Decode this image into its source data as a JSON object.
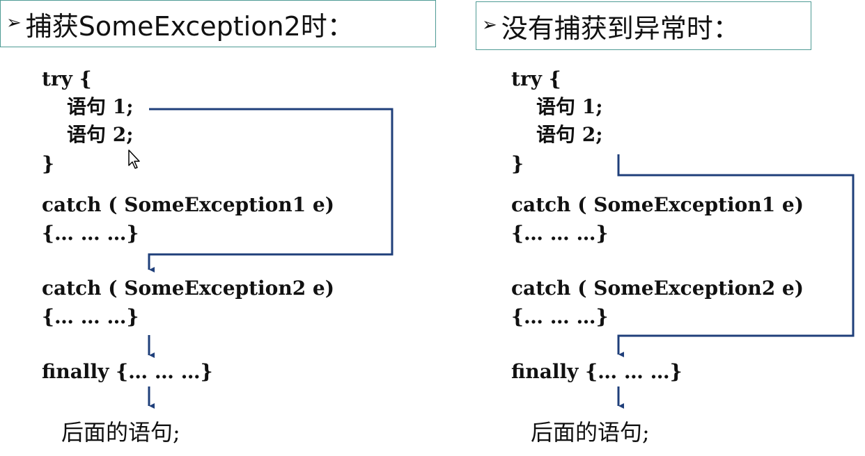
{
  "left_panel": {
    "title": "捕获SomeException2时：",
    "try_open": "try {",
    "stmt1": "语句 1;",
    "stmt2": "语句 2;",
    "try_close": "}",
    "catch1": "catch ( SomeException1 e)",
    "catch1_body": "{… … …}",
    "catch2": "catch ( SomeException2 e)",
    "catch2_body": "{… … …}",
    "finally": "finally {… … …}",
    "after": "后面的语句;"
  },
  "right_panel": {
    "title": "没有捕获到异常时：",
    "try_open": "try {",
    "stmt1": "语句 1;",
    "stmt2": "语句 2;",
    "try_close": "}",
    "catch1": "catch ( SomeException1 e)",
    "catch1_body": "{… … …}",
    "catch2": "catch ( SomeException2 e)",
    "catch2_body": "{… … …}",
    "finally": "finally {… … …}",
    "after": "后面的语句;"
  },
  "colors": {
    "arrow": "#1f3f7a",
    "title_border": "#4e9a94"
  }
}
